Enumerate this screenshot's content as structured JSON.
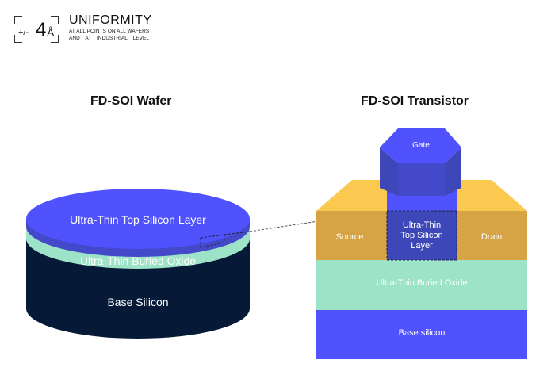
{
  "badge": {
    "plus_minus": "+/-",
    "value": "4",
    "unit": "Å",
    "title": "UNIFORMITY",
    "subtitle_line1": "AT ALL POINTS ON ALL WAFERS",
    "subtitle_line2": "AND AT INDUSTRIAL LEVEL"
  },
  "wafer": {
    "heading": "FD-SOI Wafer",
    "layers": {
      "top_silicon": "Ultra-Thin Top Silicon Layer",
      "buried_oxide": "Ultra-Thin Buried Oxide",
      "base": "Base Silicon"
    }
  },
  "transistor": {
    "heading": "FD-SOI Transistor",
    "gate": "Gate",
    "source": "Source",
    "drain": "Drain",
    "channel_lines": [
      "Ultra-Thin",
      "Top Silicon",
      "Layer"
    ],
    "buried_oxide": "Ultra-Thin Buried Oxide",
    "base": "Base silicon"
  },
  "colors": {
    "silicon_blue": "#4f52fd",
    "silicon_blue_dark": "#4449c9",
    "gate_side": "#3d47b8",
    "oxide_green": "#9de3c8",
    "base_navy": "#061a38",
    "yellow_top": "#fbc94f",
    "yellow_front": "#d7a445"
  }
}
